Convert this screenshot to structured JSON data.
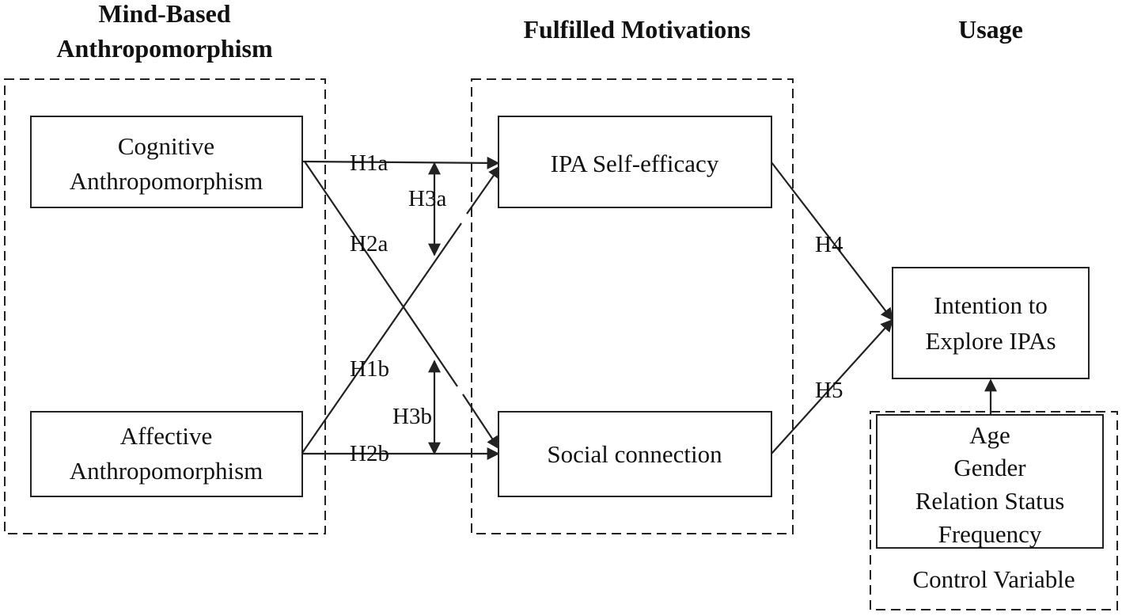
{
  "headers": {
    "mind_based_line1": "Mind-Based",
    "mind_based_line2": "Anthropomorphism",
    "fulfilled": "Fulfilled Motivations",
    "usage": "Usage"
  },
  "boxes": {
    "cognitive_line1": "Cognitive",
    "cognitive_line2": "Anthropomorphism",
    "affective_line1": "Affective",
    "affective_line2": "Anthropomorphism",
    "ipa_self_efficacy": "IPA Self-efficacy",
    "social_connection": "Social connection",
    "intention_line1": "Intention to",
    "intention_line2": "Explore IPAs",
    "control_age": "Age",
    "control_gender": "Gender",
    "control_relation": "Relation Status",
    "control_frequency": "Frequency",
    "control_caption": "Control Variable"
  },
  "hypotheses": {
    "h1a": "H1a",
    "h2a": "H2a",
    "h3a": "H3a",
    "h1b": "H1b",
    "h2b": "H2b",
    "h3b": "H3b",
    "h4": "H4",
    "h5": "H5"
  }
}
